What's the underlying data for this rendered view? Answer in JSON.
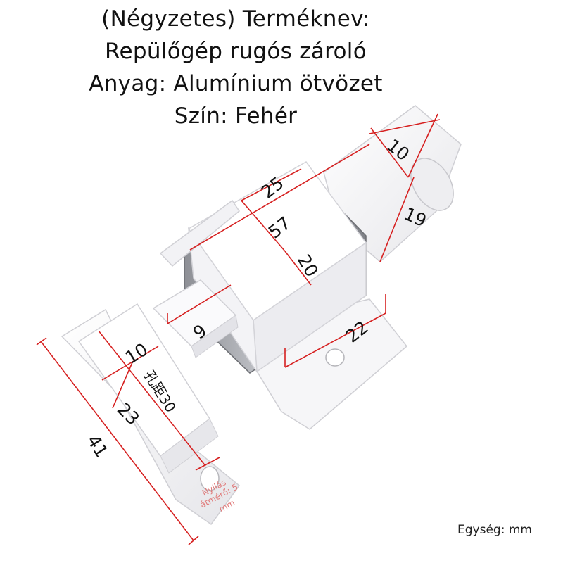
{
  "title": {
    "line1": "(Négyzetes) Terméknev:",
    "line2": "Repülőgép rugós zároló",
    "line3": "Anyag: Alumínium ötvözet",
    "line4": "Szín: Fehér"
  },
  "dimensions": {
    "d10_top": "10",
    "d19": "19",
    "d25": "25",
    "d57": "57",
    "d20": "20",
    "d9": "9",
    "d22": "22",
    "d10_left": "10",
    "hole_spacing": "孔距30",
    "d23": "23",
    "d41": "41"
  },
  "hole_note": {
    "line1": "Nyílás",
    "line2": "átmérő: 5",
    "line3": "mm"
  },
  "unit_label": "Egység: mm",
  "colors": {
    "dimension_line": "#d62020",
    "body": "#ffffff",
    "shadow": "#d8d8dc"
  }
}
